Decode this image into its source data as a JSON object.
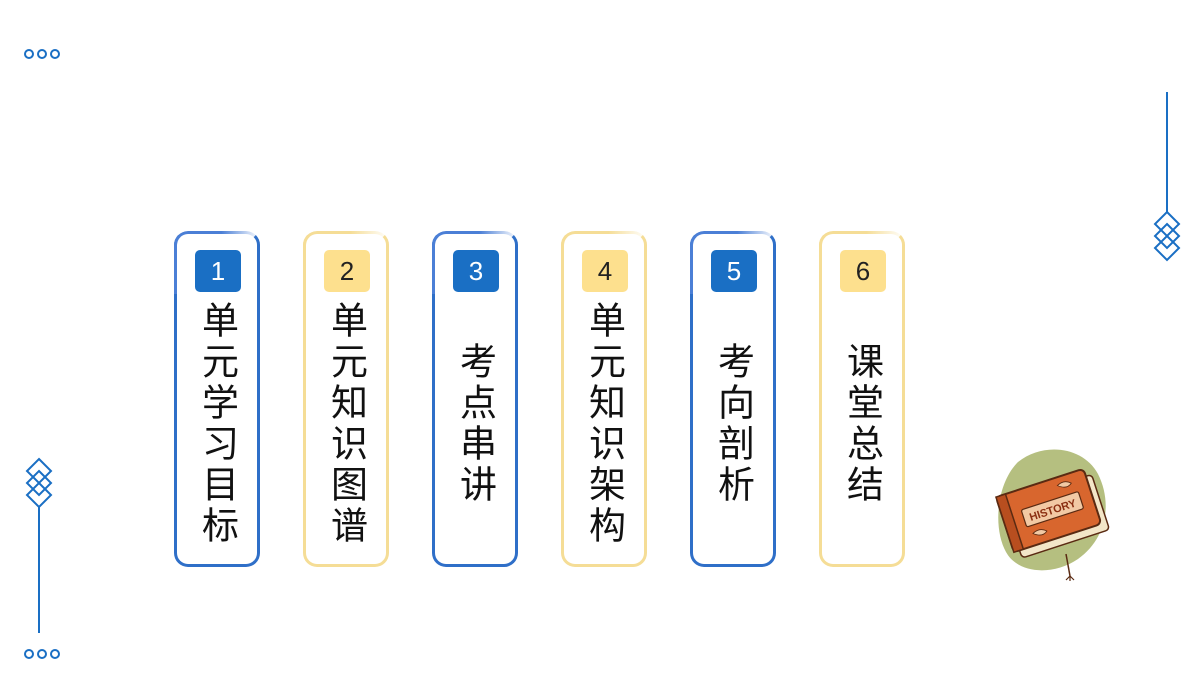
{
  "colors": {
    "accent_blue": "#1a6fc4",
    "accent_gold": "#fde08e",
    "card_gold_border": "#f5dd96"
  },
  "cards": [
    {
      "number": "1",
      "label": "单元学习目标",
      "style": "blue"
    },
    {
      "number": "2",
      "label": "单元知识图谱",
      "style": "gold"
    },
    {
      "number": "3",
      "label": "考点串讲",
      "style": "blue"
    },
    {
      "number": "4",
      "label": "单元知识架构",
      "style": "gold"
    },
    {
      "number": "5",
      "label": "考向剖析",
      "style": "blue"
    },
    {
      "number": "6",
      "label": "课堂总结",
      "style": "gold"
    }
  ],
  "illustration": {
    "icon": "history-book-icon",
    "text": "HISTORY"
  }
}
